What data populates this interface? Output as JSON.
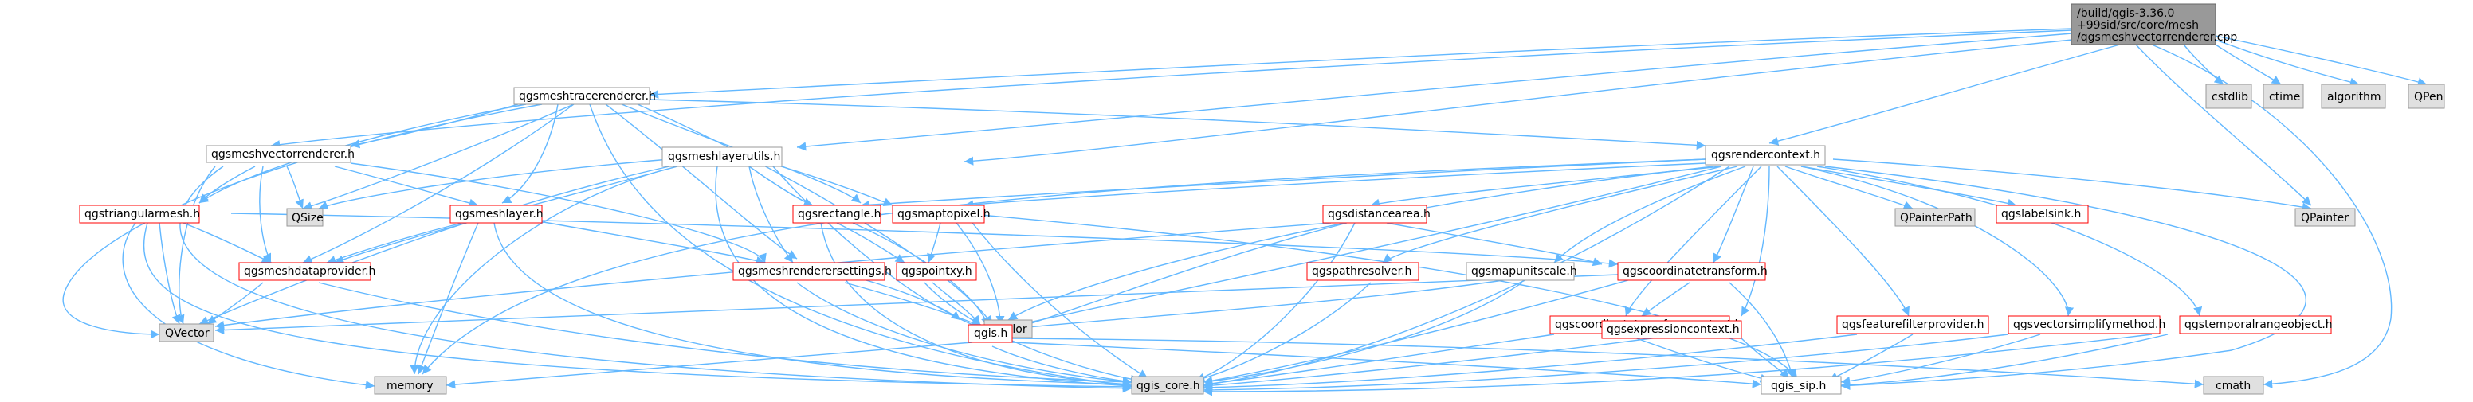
{
  "diagram": {
    "root": {
      "line1": "/build/qgis-3.36.0",
      "line2": "+99sid/src/core/mesh",
      "line3": "/qgsmeshvectorrenderer.cpp"
    },
    "nodes": {
      "qgsmeshtracerenderer": "qgsmeshtracerenderer.h",
      "qgsmeshvectorrenderer": "qgsmeshvectorrenderer.h",
      "qgsmeshlayerutils": "qgsmeshlayerutils.h",
      "qgsrendercontext": "qgsrendercontext.h",
      "qgstriangularmesh": "qgstriangularmesh.h",
      "qsize": "QSize",
      "qgsmeshlayer": "qgsmeshlayer.h",
      "qgsrectangle": "qgsrectangle.h",
      "qgsmaptopixel": "qgsmaptopixel.h",
      "qgsdistancearea": "qgsdistancearea.h",
      "qpainterpath": "QPainterPath",
      "qgslabelsink": "qgslabelsink.h",
      "qpainter": "QPainter",
      "qgsmeshdataprovider": "qgsmeshdataprovider.h",
      "qgsmeshrenderersettings": "qgsmeshrenderersettings.h",
      "qgspointxy": "qgspointxy.h",
      "qgspathresolver": "qgspathresolver.h",
      "qgsmapunitscale": "qgsmapunitscale.h",
      "qgscoordinatetransform": "qgscoordinatetransform.h",
      "qvector": "QVector",
      "qcolor": "QColor",
      "qgis": "qgis.h",
      "qgscoordinatetransformcontext": "qgscoordinatetransformcontext.h",
      "qgsexpressioncontext": "qgsexpressioncontext.h",
      "qgsfeaturefilterprovider": "qgsfeaturefilterprovider.h",
      "qgsvectorsimplifymethod": "qgsvectorsimplifymethod.h",
      "qgstemporalrangeobject": "qgstemporalrangeobject.h",
      "memory": "memory",
      "qgis_core": "qgis_core.h",
      "qgis_sip": "qgis_sip.h",
      "cmath": "cmath",
      "cstdlib": "cstdlib",
      "ctime": "ctime",
      "algorithm": "algorithm",
      "qpen": "QPen"
    },
    "colors": {
      "edge": "#63b8ff",
      "documented_border": "#999999",
      "undocumented_border": "#ff0000",
      "system_fill": "#e0e0e0",
      "root_fill": "#999999"
    }
  }
}
